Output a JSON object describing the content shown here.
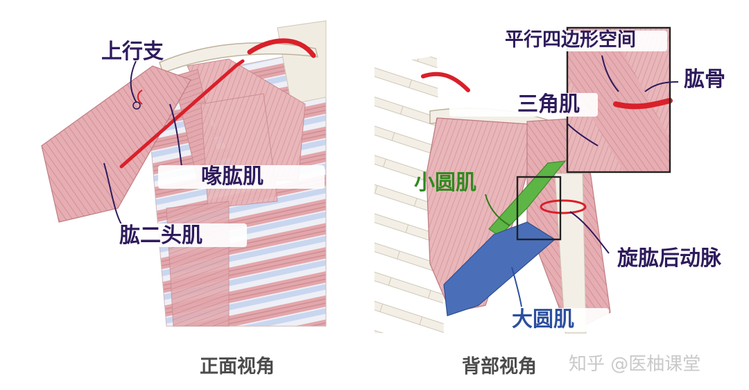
{
  "front_view": {
    "caption": "正面视角",
    "labels": {
      "ascending_branch": "上行支",
      "coracobrachialis": "喙肱肌",
      "biceps": "肱二头肌"
    }
  },
  "back_view": {
    "caption": "背部视角",
    "labels": {
      "quadrangular_space": "平行四边形空间",
      "humerus": "肱骨",
      "deltoid": "三角肌",
      "teres_minor": "小圆肌",
      "posterior_circumflex_humeral_artery": "旋肱后动脉",
      "teres_major": "大圆肌"
    }
  },
  "watermark": "知乎 @医柚课堂",
  "colors": {
    "muscle": "#e8b4b8",
    "muscle_line": "#c98a90",
    "artery": "#d9202a",
    "teres_minor": "#5db545",
    "teres_major": "#4a6fb8",
    "bone": "#f3efe6",
    "label_purple": "#2e1b5c"
  }
}
